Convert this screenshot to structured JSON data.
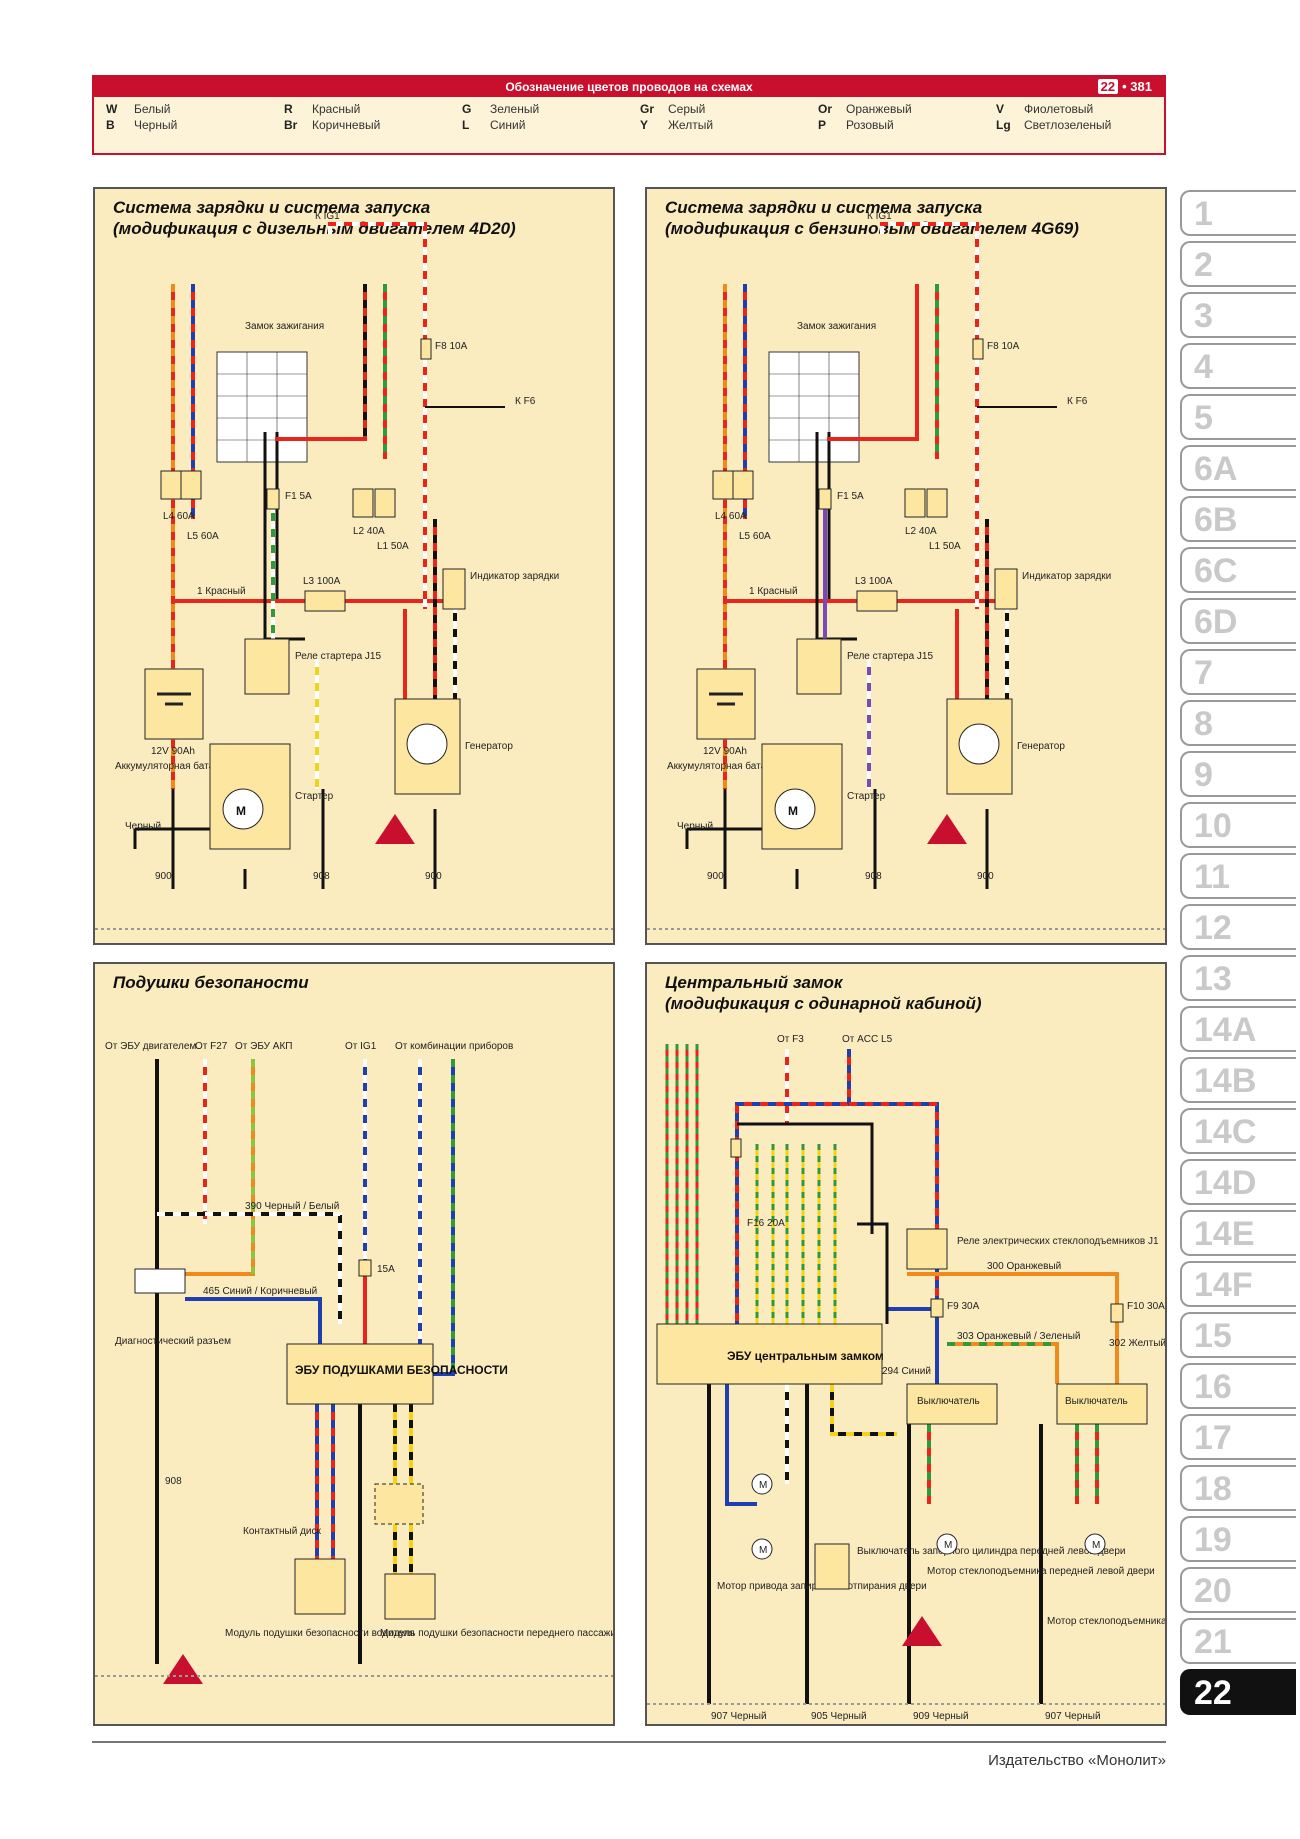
{
  "header": {
    "title": "Обозначение цветов проводов на схемах",
    "chapter_badge": "22",
    "page_number": "381"
  },
  "legend": [
    {
      "code": "W",
      "name": "Белый"
    },
    {
      "code": "B",
      "name": "Черный"
    },
    {
      "code": "R",
      "name": "Красный"
    },
    {
      "code": "Br",
      "name": "Коричневый"
    },
    {
      "code": "G",
      "name": "Зеленый"
    },
    {
      "code": "L",
      "name": "Синий"
    },
    {
      "code": "Gr",
      "name": "Серый"
    },
    {
      "code": "Y",
      "name": "Желтый"
    },
    {
      "code": "Or",
      "name": "Оранжевый"
    },
    {
      "code": "P",
      "name": "Розовый"
    },
    {
      "code": "V",
      "name": "Фиолетовый"
    },
    {
      "code": "Lg",
      "name": "Светлозеленый"
    }
  ],
  "panels": {
    "diesel": {
      "title_line1": "Система зарядки и система запуска",
      "title_line2": "(модификация с дизельным двигателем 4D20)",
      "labels": {
        "ignition_lock": "Замок зажигания",
        "fuse_l4": "L4 60A",
        "fuse_l5": "L5 60A",
        "fuse_l3": "L3 100A",
        "fuse_l2": "L2 40A",
        "fuse_l1": "L1 50A",
        "fuse_f1": "F1 5A",
        "fuse_f8": "F8 10A",
        "starter_relay": "Реле стартера J15",
        "battery": "Аккумуляторная батарея",
        "battery_spec": "12V 90Ah",
        "starter": "Стартер",
        "generator": "Генератор",
        "charge_indicator": "Индикатор зарядки",
        "red_wire": "1 Красный",
        "black": "Черный",
        "k_ig1": "К IG1",
        "k_f6": "К F6",
        "wire_900": "900",
        "wire_908": "908"
      }
    },
    "petrol": {
      "title_line1": "Система зарядки и система запуска",
      "title_line2": "(модификация с бензиновым двигателем 4G69)",
      "labels": {
        "ignition_lock": "Замок зажигания",
        "fuse_l4": "L4 60A",
        "fuse_l5": "L5 60A",
        "fuse_l3": "L3 100A",
        "fuse_l2": "L2 40A",
        "fuse_l1": "L1 50A",
        "fuse_f1": "F1 5A",
        "fuse_f8": "F8 10A",
        "starter_relay": "Реле стартера J15",
        "battery": "Аккумуляторная батарея",
        "battery_spec": "12V 90Ah",
        "starter": "Стартер",
        "generator": "Генератор",
        "charge_indicator": "Индикатор зарядки",
        "red_wire": "1 Красный",
        "black": "Черный",
        "k_ig1": "К IG1",
        "k_f6": "К F6",
        "wire_900": "900",
        "wire_908": "908"
      }
    },
    "airbag": {
      "title_line1": "Подушки безопаности",
      "labels": {
        "from_ecu_engine": "От ЭБУ двигателем",
        "from_f27": "От F27",
        "from_ecu_akp": "От ЭБУ АКП",
        "from_ig1": "От IG1",
        "from_cluster": "От комбинации приборов",
        "diag_connector": "Диагностический разъем",
        "ecu": "ЭБУ ПОДУШКАМИ БЕЗОПАСНОСТИ",
        "contact_disc": "Контактный диск",
        "driver_module": "Модуль подушки безопасности водителя",
        "passenger_module": "Модуль подушки безопасности переднего пассажира",
        "fuse_15a": "15A",
        "wire_390": "390 Черный / Белый",
        "wire_465": "465 Синий / Коричневый",
        "wire_908": "908"
      }
    },
    "lock": {
      "title_line1": "Центральный замок",
      "title_line2": "(модификация с одинарной кабиной)",
      "labels": {
        "from_f3": "От F3",
        "from_acc": "От ACC L5",
        "relay_j1": "Реле электрических стеклоподъемников J1",
        "ecu": "ЭБУ центральным замком",
        "switch_1": "Выключатель",
        "switch_2": "Выключатель",
        "door_motor": "Мотор привода запирания / отпирания двери",
        "lock_cyl_switch": "Выключатель запорного цилиндра передней левой двери",
        "window_motor_left": "Мотор стеклоподъемника передней левой двери",
        "window_motor_right": "Мотор стеклоподъемника передней левой двери",
        "fuse_f16": "F16 20A",
        "fuse_f9": "F9 30A",
        "fuse_f10": "F10 30A",
        "wire_300": "300 Оранжевый",
        "wire_303": "303 Оранжевый / Зеленый",
        "wire_302": "302 Желтый",
        "wire_294": "294 Синий",
        "wire_907a": "907 Черный",
        "wire_905": "905 Черный",
        "wire_909": "909 Черный",
        "wire_907b": "907 Черный"
      }
    }
  },
  "tabs": [
    "1",
    "2",
    "3",
    "4",
    "5",
    "6A",
    "6B",
    "6C",
    "6D",
    "7",
    "8",
    "9",
    "10",
    "11",
    "12",
    "13",
    "14A",
    "14B",
    "14C",
    "14D",
    "14E",
    "14F",
    "15",
    "16",
    "17",
    "18",
    "19",
    "20",
    "21",
    "22"
  ],
  "active_tab": "22",
  "publisher": "Издательство «Монолит»"
}
